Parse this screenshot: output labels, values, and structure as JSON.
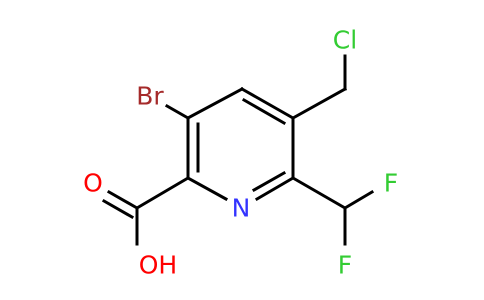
{
  "molecule": {
    "atoms": {
      "br": {
        "label": "Br",
        "color": "#A52A2A"
      },
      "cl": {
        "label": "Cl",
        "color": "#33CC33"
      },
      "n": {
        "label": "N",
        "color": "#3333FF"
      },
      "f1": {
        "label": "F",
        "color": "#33CC33"
      },
      "f2": {
        "label": "F",
        "color": "#33CC33"
      },
      "o1": {
        "label": "O",
        "color": "#FF0000"
      },
      "oh": {
        "label": "OH",
        "color": "#FF0000"
      }
    },
    "bond_color": "#000000"
  }
}
